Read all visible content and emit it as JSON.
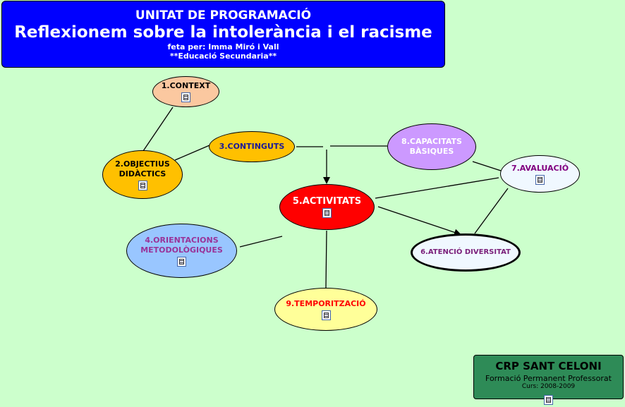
{
  "header": {
    "line1": "UNITAT DE PROGRAMACIÓ",
    "line2": "Reflexionem sobre la intolerància i el racisme",
    "line3": "feta per: Imma Miró i Vall",
    "line4": "**Educació Secundaria**",
    "background": "#0000ff"
  },
  "nodes": {
    "context": {
      "label": "1.CONTEXT",
      "fill": "#fbc8a0",
      "text_color": "#000000",
      "icon": "document-icon"
    },
    "objectius": {
      "label": "2.OBJECTIUS\nDIDÀCTICS",
      "fill": "#ffc000",
      "text_color": "#000000",
      "icon": "document-icon"
    },
    "continguts": {
      "label": "3.CONTINGUTS",
      "fill": "#ffc000",
      "text_color": "#1a1a99"
    },
    "orientacions": {
      "label": "4.ORIENTACIONS\nMETODOLÒGIQUES",
      "fill": "#99c6ff",
      "text_color": "#993399",
      "icon": "document-icon"
    },
    "activitats": {
      "label": "5.ACTIVITATS",
      "fill": "#ff0000",
      "text_color": "#ffffff",
      "icon": "document-icon"
    },
    "diversitat": {
      "label": "6.ATENCIÓ DIVERSITAT",
      "fill": "#f0f8ff",
      "text_color": "#7a1f7a"
    },
    "avaluacio": {
      "label": "7.AVALUACIÓ",
      "fill": "#f0f8ff",
      "text_color": "#800080",
      "icon": "document-icon"
    },
    "capacitats": {
      "label": "8.CAPACITATS\nBÀSIQUES",
      "fill": "#cc99ff",
      "text_color": "#ffffff"
    },
    "temporitzacio": {
      "label": "9.TEMPORITZACIÓ",
      "fill": "#ffff99",
      "text_color": "#ff0000",
      "icon": "document-icon"
    }
  },
  "footer": {
    "title": "CRP SANT CELONI",
    "subtitle": "Formació Permanent Professorat",
    "course": "Curs: 2008-2009",
    "background": "#2e8b57"
  },
  "colors": {
    "background": "#ccffcc"
  }
}
